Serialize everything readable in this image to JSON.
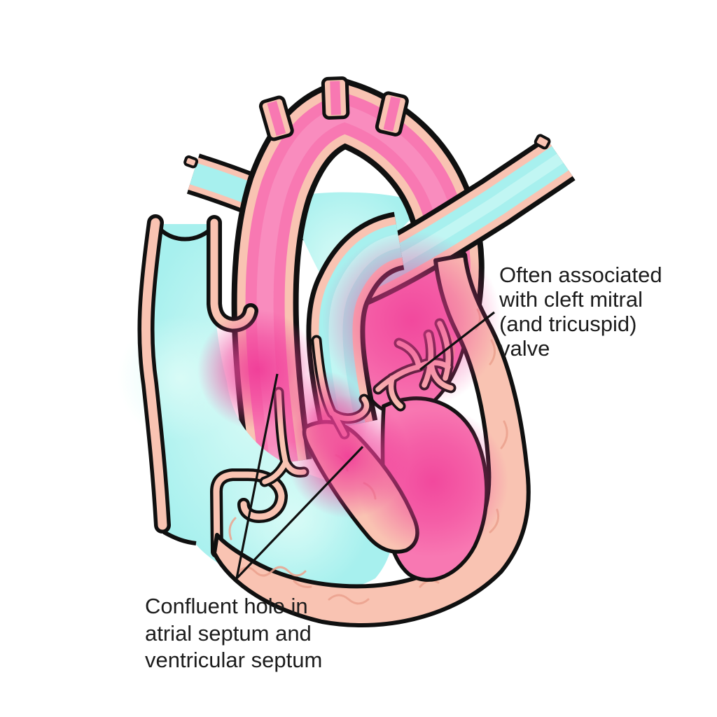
{
  "figure": {
    "type": "medical-diagram",
    "subject": "Heart cross-section showing atrioventricular septal defect",
    "annotations": {
      "valve_note": {
        "lines": [
          "Often associated",
          "with cleft mitral",
          "(and tricuspid)",
          "valve"
        ]
      },
      "hole_note": {
        "lines": [
          "Confluent hole in",
          "atrial septum and",
          "ventricular septum"
        ]
      }
    },
    "colors": {
      "oxygenated": "#f878b2",
      "oxygenated_deep": "#f03d98",
      "oxygenated_light": "#fba5cd",
      "deoxygenated": "#a7f0ee",
      "deoxygenated_light": "#dcfcf7",
      "vessel_wall": "#f9c3b2",
      "wall_texture": "#eca28e",
      "outline": "#101010",
      "label_text": "#1c1c1c",
      "background": "#ffffff"
    }
  }
}
